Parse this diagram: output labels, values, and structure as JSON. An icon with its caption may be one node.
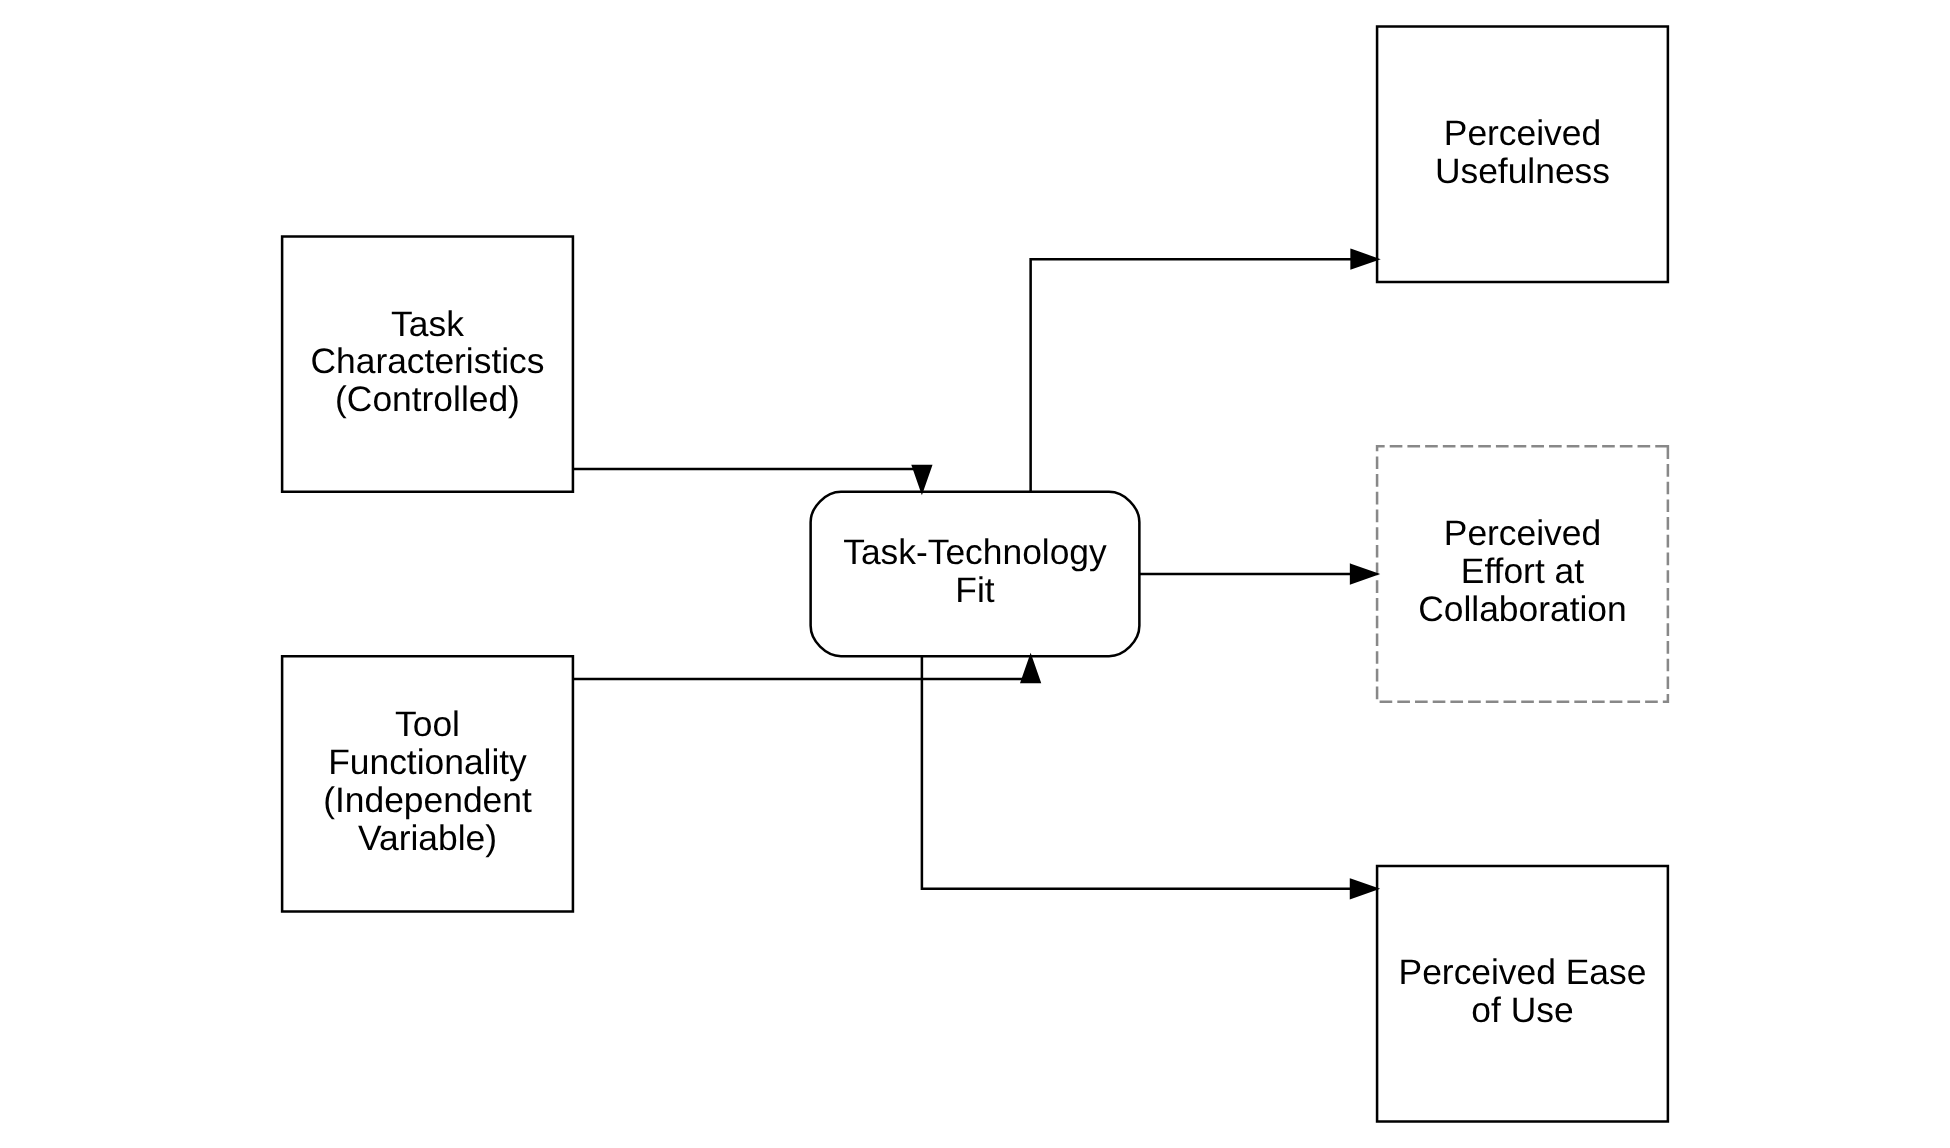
{
  "diagram": {
    "nodes": [
      {
        "text": [
          "Task Characteristics (Controlled)"
        ]
      },
      {
        "text": [
          "Tool Functionality (Independent Variable)"
        ]
      },
      {
        "text": [
          "Task-Technology Fit"
        ]
      },
      {
        "text": [
          "Perceived Usefulness"
        ]
      },
      {
        "text": [
          "Perceived Effort at Collaboration"
        ]
      },
      {
        "text": [
          "Perceived Ease of Use"
        ]
      }
    ],
    "edges": [
      {
        "from": 0,
        "to": 2,
        "arrow": "to"
      },
      {
        "from": 1,
        "to": 2,
        "arrow": "to"
      },
      {
        "from": 2,
        "to": 3,
        "arrow": "to"
      },
      {
        "from": 2,
        "to": 4,
        "arrow": "to"
      },
      {
        "from": 2,
        "to": 5,
        "arrow": "to"
      }
    ]
  }
}
